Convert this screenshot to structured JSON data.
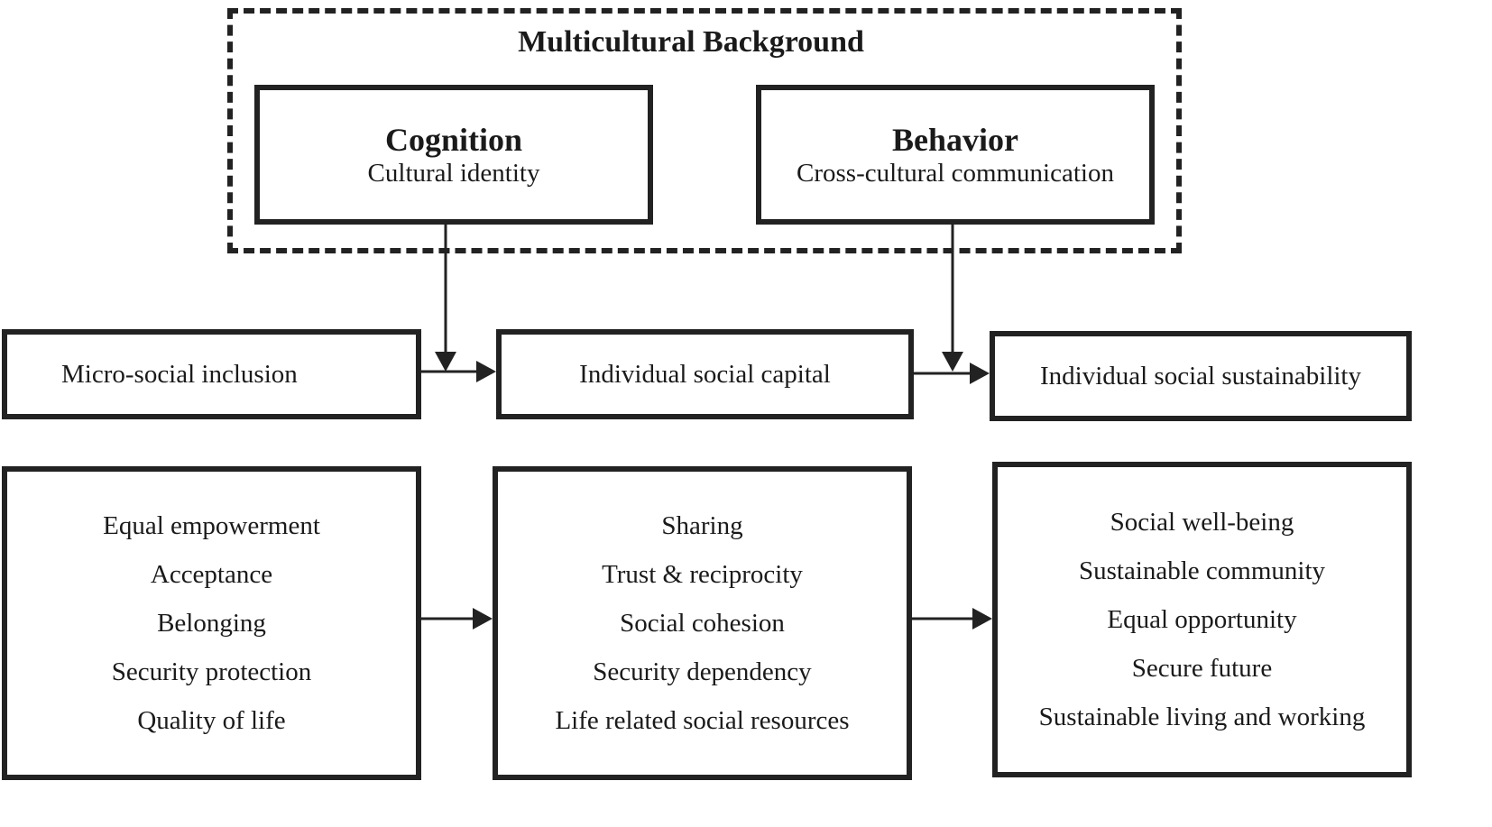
{
  "group": {
    "title": "Multicultural Background"
  },
  "cognition": {
    "title": "Cognition",
    "subtitle": "Cultural identity"
  },
  "behavior": {
    "title": "Behavior",
    "subtitle": "Cross-cultural communication"
  },
  "row": {
    "micro": "Micro-social inclusion",
    "capital": "Individual social capital",
    "sustainability": "Individual social sustainability"
  },
  "lists": {
    "inclusion": [
      "Equal empowerment",
      "Acceptance",
      "Belonging",
      "Security protection",
      "Quality of life"
    ],
    "capital": [
      "Sharing",
      "Trust & reciprocity",
      "Social cohesion",
      "Security dependency",
      "Life related social resources"
    ],
    "sustainability": [
      "Social well-being",
      "Sustainable community",
      "Equal opportunity",
      "Secure future",
      "Sustainable living and working"
    ]
  }
}
